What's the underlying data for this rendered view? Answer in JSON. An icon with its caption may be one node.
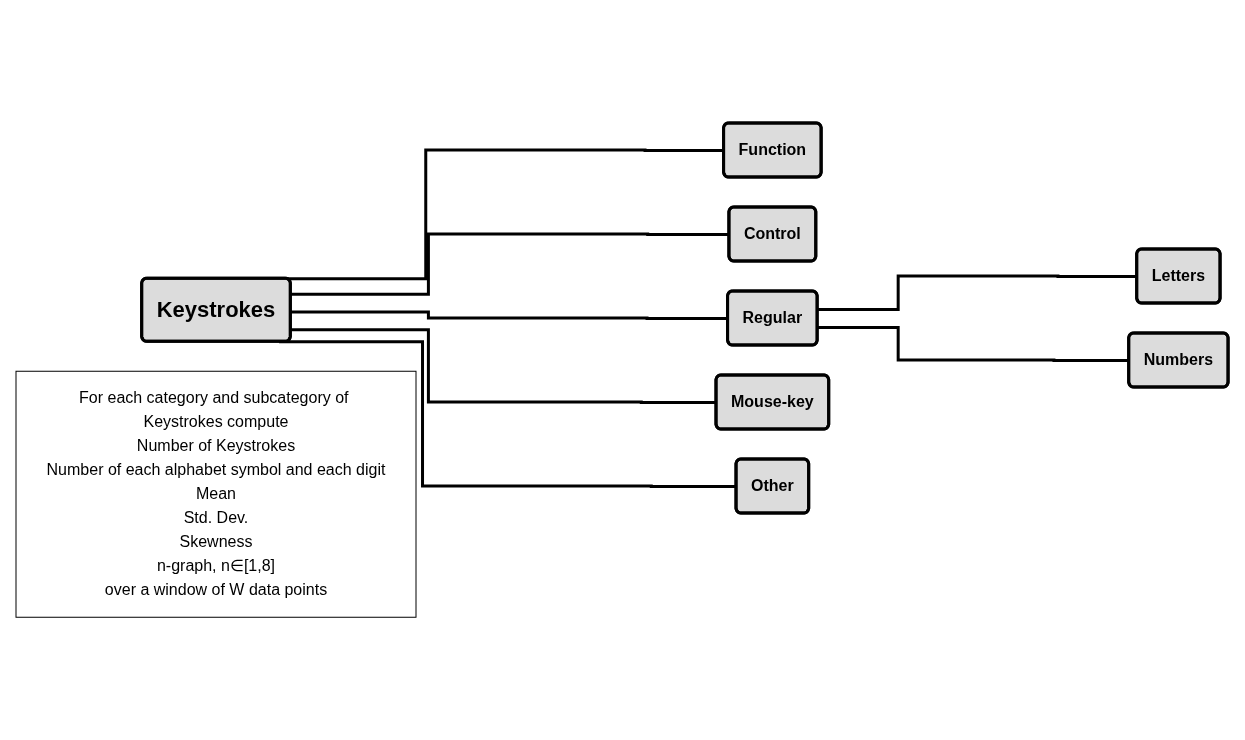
{
  "diagram": {
    "nodes": [
      {
        "text": [
          "Keystrokes"
        ]
      },
      {
        "text": [
          "Function"
        ]
      },
      {
        "text": [
          "Control"
        ]
      },
      {
        "text": [
          "Regular"
        ]
      },
      {
        "text": [
          "Letters"
        ]
      },
      {
        "text": [
          "Numbers"
        ]
      },
      {
        "text": [
          "Mouse-key"
        ]
      },
      {
        "text": [
          "Other"
        ]
      },
      {
        "text": [
          "For each category and subcategory of Keystrokes compute",
          "Number of Keystrokes",
          "Number of each alphabet symbol and each digit",
          "Mean",
          "Std. Dev.",
          "Skewness",
          "n-graph, n∈[1,8]",
          "over a window of W data points"
        ]
      }
    ],
    "edges": [
      {
        "from": 0,
        "to": 1,
        "arrow": "none"
      },
      {
        "from": 0,
        "to": 2,
        "arrow": "none"
      },
      {
        "from": 0,
        "to": 3,
        "arrow": "none"
      },
      {
        "from": 3,
        "to": 4,
        "arrow": "none"
      },
      {
        "from": 3,
        "to": 5,
        "arrow": "none"
      },
      {
        "from": 0,
        "to": 6,
        "arrow": "none"
      },
      {
        "from": 0,
        "to": 7,
        "arrow": "none"
      }
    ]
  }
}
